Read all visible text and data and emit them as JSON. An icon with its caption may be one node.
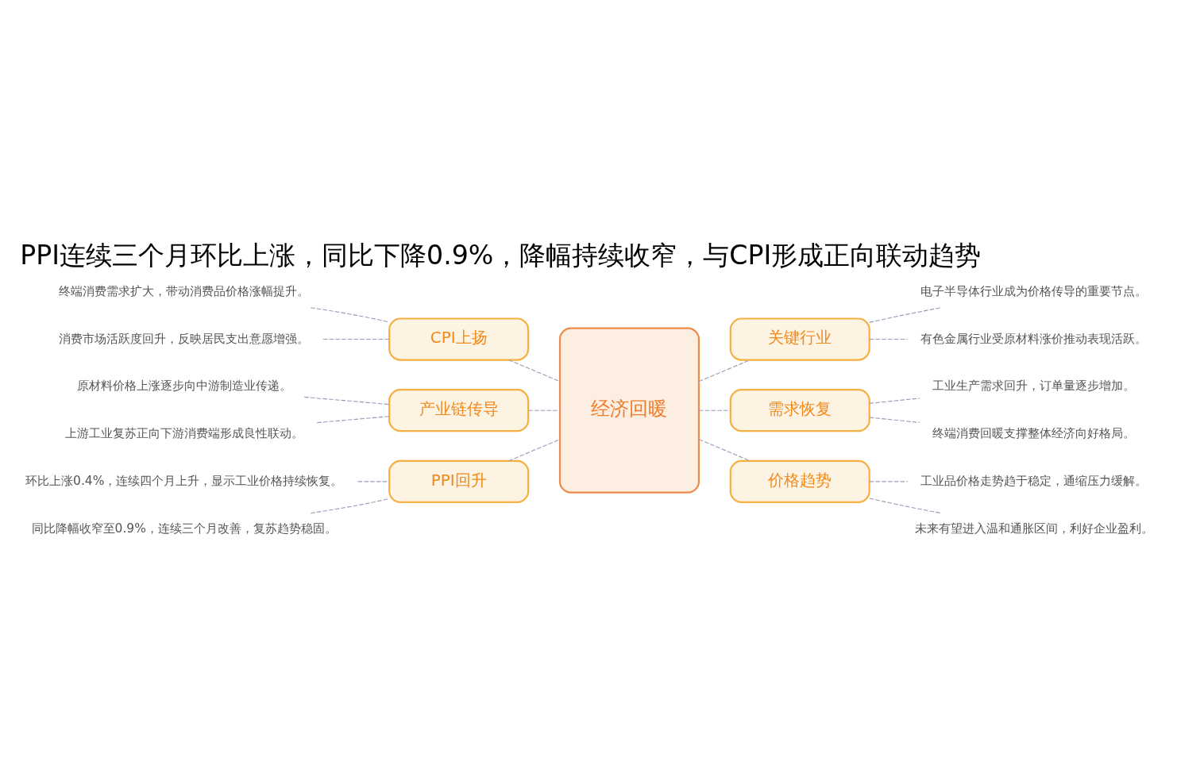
{
  "diagram": {
    "title": "PPI连续三个月环比上涨，同比下降0.9%，降幅持续收窄，与CPI形成正向联动趋势",
    "nodes": [
      {
        "text": [
          "PPI回升"
        ]
      },
      {
        "text": [
          "环比上涨0.4%，连续四个月上升，显示工业价格持续恢复。"
        ]
      },
      {
        "text": [
          "同比降幅收窄至0.9%，连续三个月改善，复苏趋势稳固。"
        ]
      },
      {
        "text": [
          "CPI上扬"
        ]
      },
      {
        "text": [
          "终端消费需求扩大，带动消费品价格涨幅提升。"
        ]
      },
      {
        "text": [
          "消费市场活跃度回升，反映居民支出意愿增强。"
        ]
      },
      {
        "text": [
          "产业链传导"
        ]
      },
      {
        "text": [
          "原材料价格上涨逐步向中游制造业传递。"
        ]
      },
      {
        "text": [
          "上游工业复苏正向下游消费端形成良性联动。"
        ]
      },
      {
        "text": [
          "经济回暖"
        ]
      },
      {
        "text": [
          "关键行业"
        ]
      },
      {
        "text": [
          "电子半导体行业成为价格传导的重要节点。"
        ]
      },
      {
        "text": [
          "有色金属行业受原材料涨价推动表现活跃。"
        ]
      },
      {
        "text": [
          "需求恢复"
        ]
      },
      {
        "text": [
          "工业生产需求回升，订单量逐步增加。"
        ]
      },
      {
        "text": [
          "终端消费回暖支撑整体经济向好格局。"
        ]
      },
      {
        "text": [
          "价格趋势"
        ]
      },
      {
        "text": [
          "工业品价格走势趋于稳定，通缩压力缓解。"
        ]
      },
      {
        "text": [
          "未来有望进入温和通胀区间，利好企业盈利。"
        ]
      }
    ],
    "edges": [
      {
        "from": 1,
        "to": 0,
        "arrow": "none",
        "style": "dashed"
      },
      {
        "from": 2,
        "to": 0,
        "arrow": "none",
        "style": "dashed"
      },
      {
        "from": 0,
        "to": 9,
        "arrow": "none",
        "style": "dashed"
      },
      {
        "from": 4,
        "to": 3,
        "arrow": "none",
        "style": "dashed"
      },
      {
        "from": 5,
        "to": 3,
        "arrow": "none",
        "style": "dashed"
      },
      {
        "from": 3,
        "to": 9,
        "arrow": "none",
        "style": "dashed"
      },
      {
        "from": 7,
        "to": 6,
        "arrow": "none",
        "style": "dashed"
      },
      {
        "from": 8,
        "to": 6,
        "arrow": "none",
        "style": "dashed"
      },
      {
        "from": 6,
        "to": 9,
        "arrow": "none",
        "style": "dashed"
      },
      {
        "from": 9,
        "to": 10,
        "arrow": "none",
        "style": "dashed"
      },
      {
        "from": 10,
        "to": 11,
        "arrow": "none",
        "style": "dashed"
      },
      {
        "from": 10,
        "to": 12,
        "arrow": "none",
        "style": "dashed"
      },
      {
        "from": 9,
        "to": 13,
        "arrow": "none",
        "style": "dashed"
      },
      {
        "from": 13,
        "to": 14,
        "arrow": "none",
        "style": "dashed"
      },
      {
        "from": 13,
        "to": 15,
        "arrow": "none",
        "style": "dashed"
      },
      {
        "from": 9,
        "to": 16,
        "arrow": "none",
        "style": "dashed"
      },
      {
        "from": 16,
        "to": 17,
        "arrow": "none",
        "style": "dashed"
      },
      {
        "from": 16,
        "to": 18,
        "arrow": "none",
        "style": "dashed"
      }
    ]
  }
}
